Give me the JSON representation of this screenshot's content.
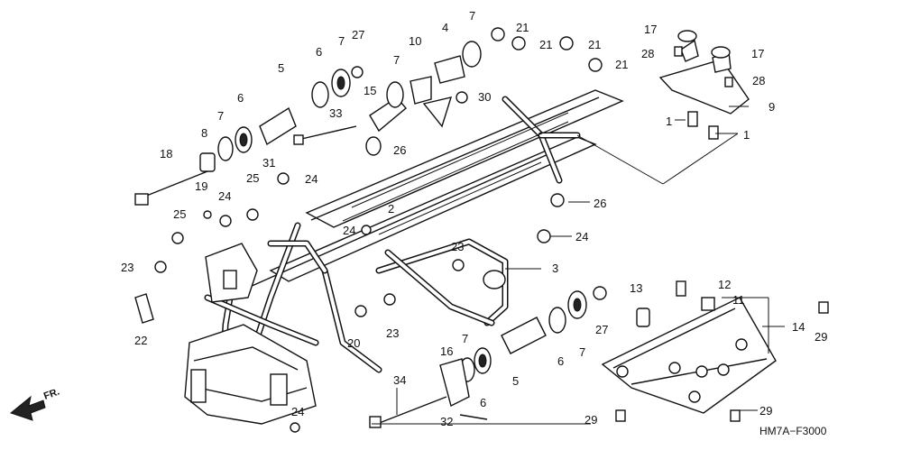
{
  "diagram": {
    "callouts": [
      {
        "id": "c1a",
        "text": "1"
      },
      {
        "id": "c1b",
        "text": "1"
      },
      {
        "id": "c2",
        "text": "2"
      },
      {
        "id": "c3",
        "text": "3"
      },
      {
        "id": "c4",
        "text": "4"
      },
      {
        "id": "c5a",
        "text": "5"
      },
      {
        "id": "c5b",
        "text": "5"
      },
      {
        "id": "c6a",
        "text": "6"
      },
      {
        "id": "c6b",
        "text": "6"
      },
      {
        "id": "c6c",
        "text": "6"
      },
      {
        "id": "c6d",
        "text": "6"
      },
      {
        "id": "c7a",
        "text": "7"
      },
      {
        "id": "c7b",
        "text": "7"
      },
      {
        "id": "c7c",
        "text": "7"
      },
      {
        "id": "c7d",
        "text": "7"
      },
      {
        "id": "c7e",
        "text": "7"
      },
      {
        "id": "c7f",
        "text": "7"
      },
      {
        "id": "c8",
        "text": "8"
      },
      {
        "id": "c9",
        "text": "9"
      },
      {
        "id": "c10",
        "text": "10"
      },
      {
        "id": "c11",
        "text": "11"
      },
      {
        "id": "c12",
        "text": "12"
      },
      {
        "id": "c13",
        "text": "13"
      },
      {
        "id": "c14",
        "text": "14"
      },
      {
        "id": "c15",
        "text": "15"
      },
      {
        "id": "c16",
        "text": "16"
      },
      {
        "id": "c17a",
        "text": "17"
      },
      {
        "id": "c17b",
        "text": "17"
      },
      {
        "id": "c18",
        "text": "18"
      },
      {
        "id": "c19",
        "text": "19"
      },
      {
        "id": "c20",
        "text": "20"
      },
      {
        "id": "c21a",
        "text": "21"
      },
      {
        "id": "c21b",
        "text": "21"
      },
      {
        "id": "c21c",
        "text": "21"
      },
      {
        "id": "c21d",
        "text": "21"
      },
      {
        "id": "c22",
        "text": "22"
      },
      {
        "id": "c23a",
        "text": "23"
      },
      {
        "id": "c23b",
        "text": "23"
      },
      {
        "id": "c23c",
        "text": "23"
      },
      {
        "id": "c24a",
        "text": "24"
      },
      {
        "id": "c24b",
        "text": "24"
      },
      {
        "id": "c24c",
        "text": "24"
      },
      {
        "id": "c24d",
        "text": "24"
      },
      {
        "id": "c24e",
        "text": "24"
      },
      {
        "id": "c25a",
        "text": "25"
      },
      {
        "id": "c25b",
        "text": "25"
      },
      {
        "id": "c26a",
        "text": "26"
      },
      {
        "id": "c26b",
        "text": "26"
      },
      {
        "id": "c27a",
        "text": "27"
      },
      {
        "id": "c27b",
        "text": "27"
      },
      {
        "id": "c28a",
        "text": "28"
      },
      {
        "id": "c28b",
        "text": "28"
      },
      {
        "id": "c29a",
        "text": "29"
      },
      {
        "id": "c29b",
        "text": "29"
      },
      {
        "id": "c29c",
        "text": "29"
      },
      {
        "id": "c30",
        "text": "30"
      },
      {
        "id": "c31",
        "text": "31"
      },
      {
        "id": "c32",
        "text": "32"
      },
      {
        "id": "c33",
        "text": "33"
      },
      {
        "id": "c34",
        "text": "34"
      }
    ],
    "front_marker": "FR.",
    "drawing_code": "HM7A−F3000"
  }
}
